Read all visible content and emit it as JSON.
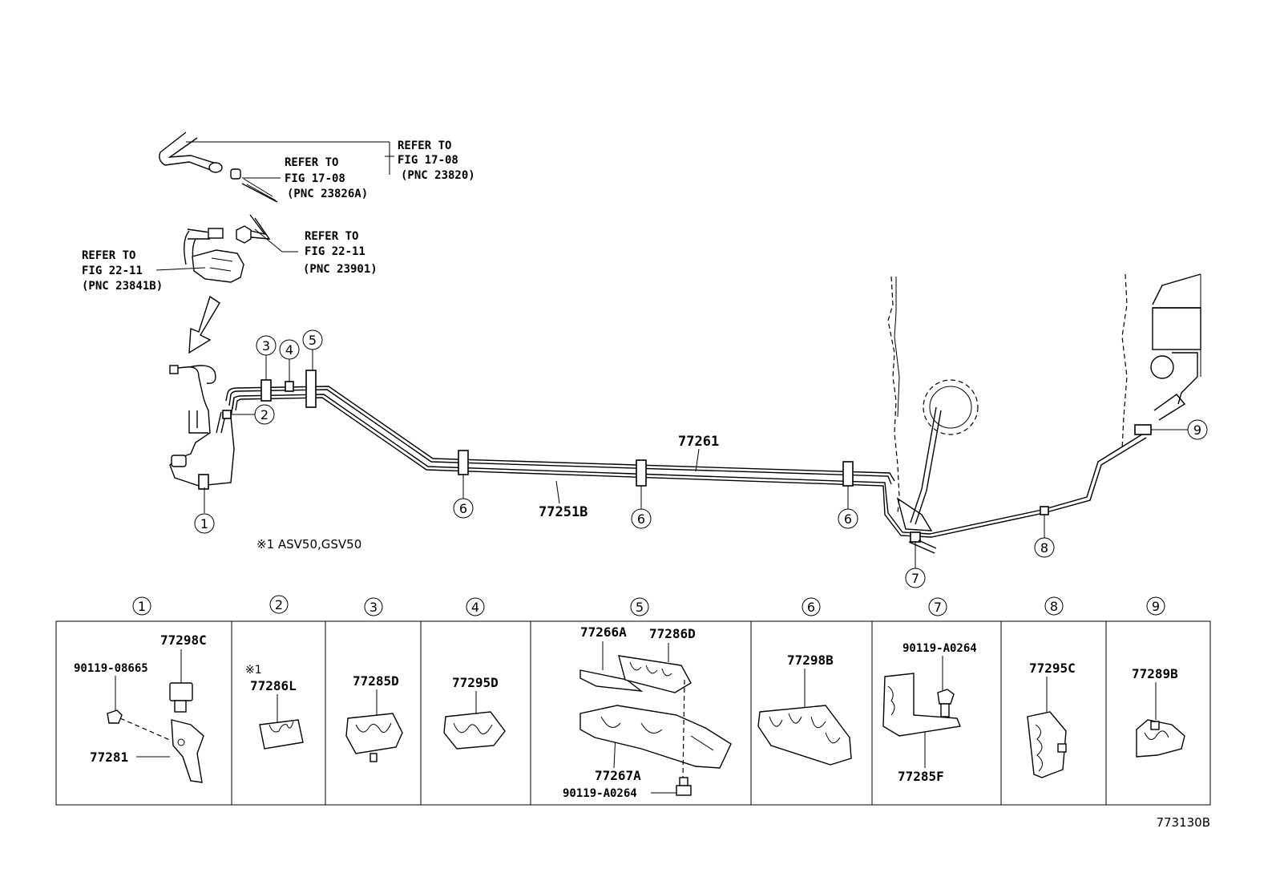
{
  "refer_notes": [
    {
      "line1": "REFER TO",
      "line2": "FIG 17-08",
      "line3": "(PNC 23820)"
    },
    {
      "line1": "REFER TO",
      "line2": "FIG 17-08",
      "line3": "(PNC 23826A)"
    },
    {
      "line1": "REFER TO",
      "line2": "FIG 22-11",
      "line3": "(PNC 23901)"
    },
    {
      "line1": "REFER TO",
      "line2": "FIG 22-11",
      "line3": "(PNC 23841B)"
    }
  ],
  "main_parts": {
    "upper_tube": "77261",
    "lower_tube": "77251B"
  },
  "callout_symbols": [
    "1",
    "2",
    "3",
    "4",
    "5",
    "6",
    "7",
    "8",
    "9"
  ],
  "note": "※1 ASV50,GSV50",
  "table": {
    "headers": [
      "1",
      "2",
      "3",
      "4",
      "5",
      "6",
      "7",
      "8",
      "9"
    ],
    "cells": [
      {
        "parts": [
          "77298C",
          "90119-08665",
          "77281"
        ]
      },
      {
        "note": "※1",
        "parts": [
          "77286L"
        ]
      },
      {
        "parts": [
          "77285D"
        ]
      },
      {
        "parts": [
          "77295D"
        ]
      },
      {
        "parts": [
          "77266A",
          "77286D",
          "77267A",
          "90119-A0264"
        ]
      },
      {
        "parts": [
          "77298B"
        ]
      },
      {
        "parts": [
          "90119-A0264",
          "77285F"
        ]
      },
      {
        "parts": [
          "77295C"
        ]
      },
      {
        "parts": [
          "77289B"
        ]
      }
    ]
  },
  "figure_id": "773130B"
}
